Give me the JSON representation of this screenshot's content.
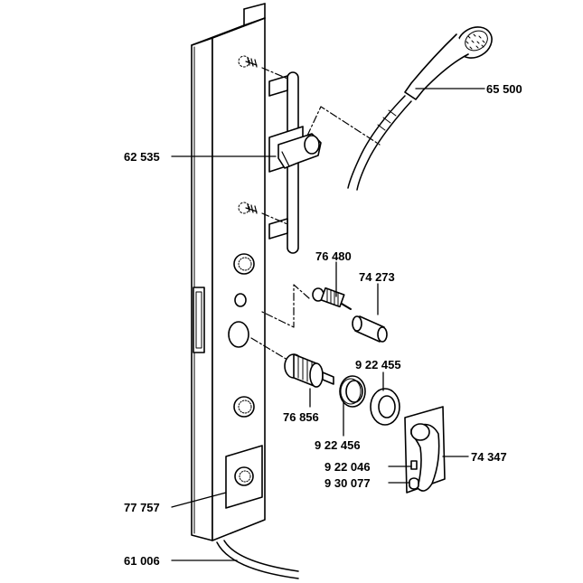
{
  "parts": [
    {
      "id": "65 500"
    },
    {
      "id": "62 535"
    },
    {
      "id": "76 480"
    },
    {
      "id": "74 273"
    },
    {
      "id": "9 22 455"
    },
    {
      "id": "76 856"
    },
    {
      "id": "9 22 456"
    },
    {
      "id": "74 347"
    },
    {
      "id": "9 22 046"
    },
    {
      "id": "9 30 077"
    },
    {
      "id": "77 757"
    },
    {
      "id": "61 006"
    }
  ],
  "colors": {
    "line": "#000000",
    "background": "#ffffff",
    "fill": "#ffffff"
  }
}
